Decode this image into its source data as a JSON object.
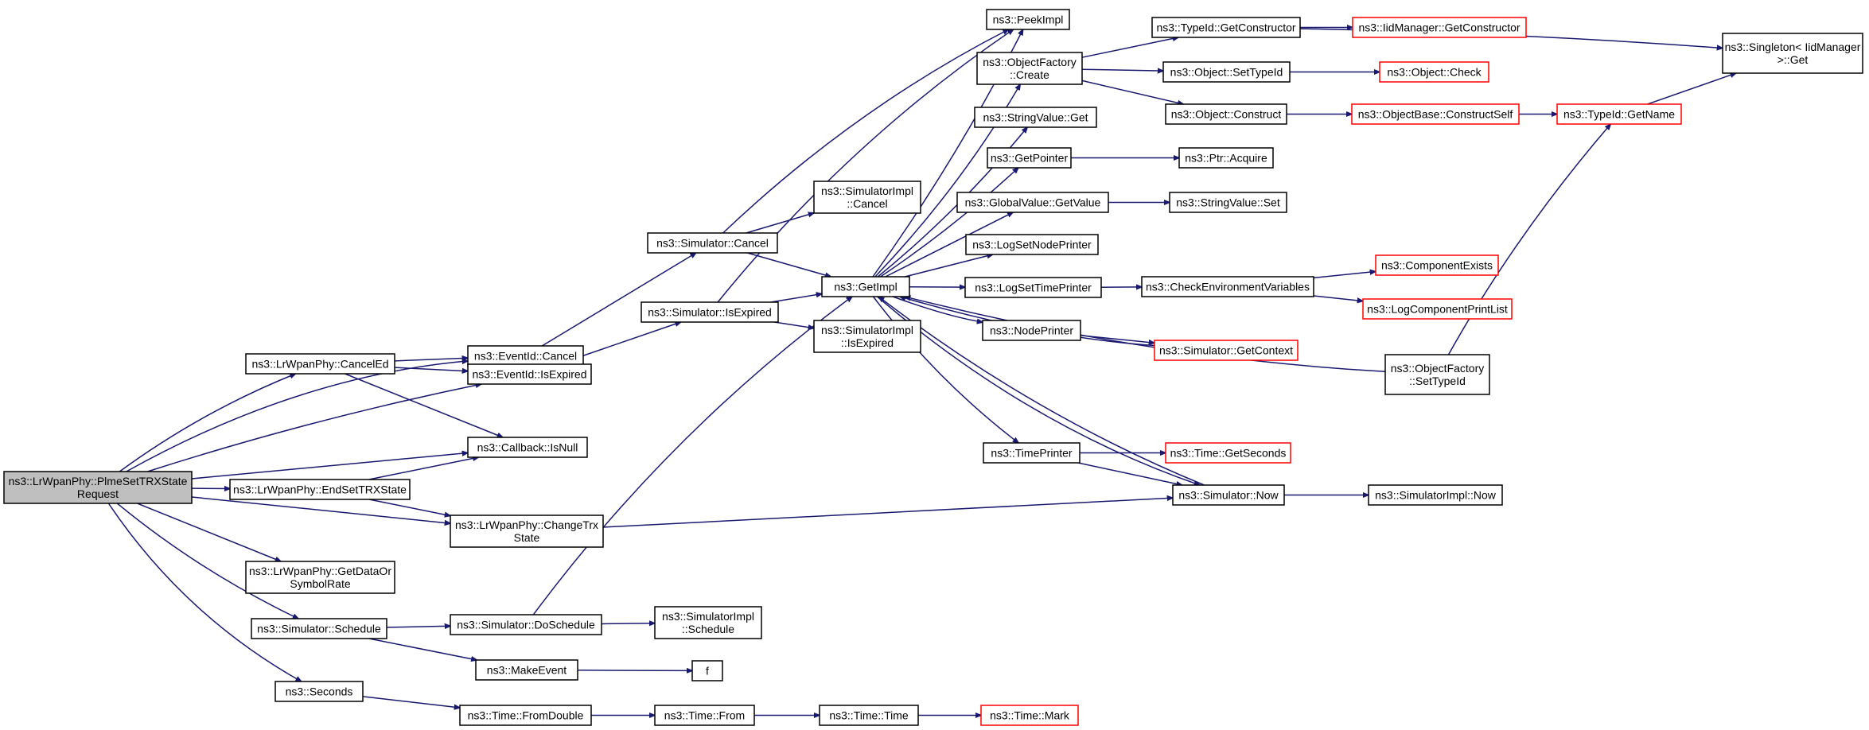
{
  "colors": {
    "edge": "#191970",
    "normal_border": "#000000",
    "truncated_border": "#ff0000",
    "root_fill": "#bfbfbf",
    "node_fill": "#ffffff"
  },
  "nodes": [
    {
      "id": "root",
      "lines": [
        "ns3::LrWpanPhy::PlmeSetTRXState",
        "Request"
      ],
      "style": "root"
    },
    {
      "id": "canceled",
      "lines": [
        "ns3::LrWpanPhy::CancelEd"
      ],
      "style": "normal"
    },
    {
      "id": "endset",
      "lines": [
        "ns3::LrWpanPhy::EndSetTRXState"
      ],
      "style": "normal"
    },
    {
      "id": "getdata",
      "lines": [
        "ns3::LrWpanPhy::GetDataOr",
        "SymbolRate"
      ],
      "style": "normal"
    },
    {
      "id": "simschedule",
      "lines": [
        "ns3::Simulator::Schedule"
      ],
      "style": "normal"
    },
    {
      "id": "seconds",
      "lines": [
        "ns3::Seconds"
      ],
      "style": "normal"
    },
    {
      "id": "evcancel",
      "lines": [
        "ns3::EventId::Cancel"
      ],
      "style": "normal"
    },
    {
      "id": "evisexp",
      "lines": [
        "ns3::EventId::IsExpired"
      ],
      "style": "normal"
    },
    {
      "id": "cbisnull",
      "lines": [
        "ns3::Callback::IsNull"
      ],
      "style": "normal"
    },
    {
      "id": "changetrx",
      "lines": [
        "ns3::LrWpanPhy::ChangeTrx",
        "State"
      ],
      "style": "normal"
    },
    {
      "id": "doschedule",
      "lines": [
        "ns3::Simulator::DoSchedule"
      ],
      "style": "normal"
    },
    {
      "id": "makeevent",
      "lines": [
        "ns3::MakeEvent"
      ],
      "style": "normal"
    },
    {
      "id": "fromdouble",
      "lines": [
        "ns3::Time::FromDouble"
      ],
      "style": "normal"
    },
    {
      "id": "simcancel",
      "lines": [
        "ns3::Simulator::Cancel"
      ],
      "style": "normal"
    },
    {
      "id": "simisexp",
      "lines": [
        "ns3::Simulator::IsExpired"
      ],
      "style": "normal"
    },
    {
      "id": "simimplcancel",
      "lines": [
        "ns3::SimulatorImpl",
        "::Cancel"
      ],
      "style": "normal"
    },
    {
      "id": "simimplisexp",
      "lines": [
        "ns3::SimulatorImpl",
        "::IsExpired"
      ],
      "style": "normal"
    },
    {
      "id": "simimplsched",
      "lines": [
        "ns3::SimulatorImpl",
        "::Schedule"
      ],
      "style": "normal"
    },
    {
      "id": "f",
      "lines": [
        "f"
      ],
      "style": "normal"
    },
    {
      "id": "timefrom",
      "lines": [
        "ns3::Time::From"
      ],
      "style": "normal"
    },
    {
      "id": "timetime",
      "lines": [
        "ns3::Time::Time"
      ],
      "style": "normal"
    },
    {
      "id": "timemark",
      "lines": [
        "ns3::Time::Mark"
      ],
      "style": "truncated"
    },
    {
      "id": "getimpl",
      "lines": [
        "ns3::GetImpl"
      ],
      "style": "normal"
    },
    {
      "id": "peekimpl",
      "lines": [
        "ns3::PeekImpl"
      ],
      "style": "normal"
    },
    {
      "id": "objfcreate",
      "lines": [
        "ns3::ObjectFactory",
        "::Create"
      ],
      "style": "normal"
    },
    {
      "id": "strvalget",
      "lines": [
        "ns3::StringValue::Get"
      ],
      "style": "normal"
    },
    {
      "id": "getpointer",
      "lines": [
        "ns3::GetPointer"
      ],
      "style": "normal"
    },
    {
      "id": "gvgetvalue",
      "lines": [
        "ns3::GlobalValue::GetValue"
      ],
      "style": "normal"
    },
    {
      "id": "logsetnode",
      "lines": [
        "ns3::LogSetNodePrinter"
      ],
      "style": "normal"
    },
    {
      "id": "logsettime",
      "lines": [
        "ns3::LogSetTimePrinter"
      ],
      "style": "normal"
    },
    {
      "id": "nodeprinter",
      "lines": [
        "ns3::NodePrinter"
      ],
      "style": "normal"
    },
    {
      "id": "timeprinter",
      "lines": [
        "ns3::TimePrinter"
      ],
      "style": "normal"
    },
    {
      "id": "simnow",
      "lines": [
        "ns3::Simulator::Now"
      ],
      "style": "normal"
    },
    {
      "id": "typeidgetctor",
      "lines": [
        "ns3::TypeId::GetConstructor"
      ],
      "style": "normal"
    },
    {
      "id": "objsettypeid",
      "lines": [
        "ns3::Object::SetTypeId"
      ],
      "style": "normal"
    },
    {
      "id": "objconstruct",
      "lines": [
        "ns3::Object::Construct"
      ],
      "style": "normal"
    },
    {
      "id": "ptracquire",
      "lines": [
        "ns3::Ptr::Acquire"
      ],
      "style": "normal"
    },
    {
      "id": "strvalset",
      "lines": [
        "ns3::StringValue::Set"
      ],
      "style": "normal"
    },
    {
      "id": "checkenv",
      "lines": [
        "ns3::CheckEnvironmentVariables"
      ],
      "style": "normal"
    },
    {
      "id": "simgetctx",
      "lines": [
        "ns3::Simulator::GetContext"
      ],
      "style": "truncated"
    },
    {
      "id": "objfsettypeid",
      "lines": [
        "ns3::ObjectFactory",
        "::SetTypeId"
      ],
      "style": "normal"
    },
    {
      "id": "timegetsec",
      "lines": [
        "ns3::Time::GetSeconds"
      ],
      "style": "truncated"
    },
    {
      "id": "simimplnow",
      "lines": [
        "ns3::SimulatorImpl::Now"
      ],
      "style": "normal"
    },
    {
      "id": "iidmgrgetctor",
      "lines": [
        "ns3::IidManager::GetConstructor"
      ],
      "style": "truncated"
    },
    {
      "id": "objcheck",
      "lines": [
        "ns3::Object::Check"
      ],
      "style": "truncated"
    },
    {
      "id": "objbasector",
      "lines": [
        "ns3::ObjectBase::ConstructSelf"
      ],
      "style": "truncated"
    },
    {
      "id": "compexists",
      "lines": [
        "ns3::ComponentExists"
      ],
      "style": "truncated"
    },
    {
      "id": "logcompprint",
      "lines": [
        "ns3::LogComponentPrintList"
      ],
      "style": "truncated"
    },
    {
      "id": "typeidgetname",
      "lines": [
        "ns3::TypeId::GetName"
      ],
      "style": "truncated"
    },
    {
      "id": "singleton",
      "lines": [
        "ns3::Singleton< IidManager",
        ">::Get"
      ],
      "style": "normal"
    }
  ],
  "edges": [
    [
      "root",
      "evcancel"
    ],
    [
      "root",
      "canceled"
    ],
    [
      "root",
      "evisexp"
    ],
    [
      "root",
      "cbisnull"
    ],
    [
      "root",
      "endset"
    ],
    [
      "root",
      "changetrx"
    ],
    [
      "root",
      "getdata"
    ],
    [
      "root",
      "simschedule"
    ],
    [
      "root",
      "seconds"
    ],
    [
      "canceled",
      "evcancel"
    ],
    [
      "canceled",
      "evisexp"
    ],
    [
      "canceled",
      "cbisnull"
    ],
    [
      "endset",
      "cbisnull"
    ],
    [
      "endset",
      "changetrx"
    ],
    [
      "changetrx",
      "simnow"
    ],
    [
      "simschedule",
      "doschedule"
    ],
    [
      "simschedule",
      "makeevent"
    ],
    [
      "seconds",
      "fromdouble"
    ],
    [
      "evcancel",
      "simcancel"
    ],
    [
      "evisexp",
      "simisexp"
    ],
    [
      "doschedule",
      "getimpl"
    ],
    [
      "doschedule",
      "simimplsched"
    ],
    [
      "makeevent",
      "f"
    ],
    [
      "fromdouble",
      "timefrom"
    ],
    [
      "timefrom",
      "timetime"
    ],
    [
      "timetime",
      "timemark"
    ],
    [
      "simcancel",
      "peekimpl"
    ],
    [
      "simcancel",
      "simimplcancel"
    ],
    [
      "simcancel",
      "getimpl"
    ],
    [
      "simisexp",
      "getimpl"
    ],
    [
      "simisexp",
      "simimplisexp"
    ],
    [
      "simisexp",
      "peekimpl"
    ],
    [
      "getimpl",
      "peekimpl"
    ],
    [
      "getimpl",
      "objfcreate"
    ],
    [
      "getimpl",
      "strvalget"
    ],
    [
      "getimpl",
      "getpointer"
    ],
    [
      "getimpl",
      "gvgetvalue"
    ],
    [
      "getimpl",
      "logsetnode"
    ],
    [
      "getimpl",
      "logsettime"
    ],
    [
      "getimpl",
      "nodeprinter"
    ],
    [
      "getimpl",
      "timeprinter"
    ],
    [
      "getimpl",
      "simnow"
    ],
    [
      "simnow",
      "getimpl"
    ],
    [
      "simgetctx",
      "getimpl"
    ],
    [
      "objfsettypeid",
      "getimpl"
    ],
    [
      "objfcreate",
      "typeidgetctor"
    ],
    [
      "objfcreate",
      "objsettypeid"
    ],
    [
      "objfcreate",
      "objconstruct"
    ],
    [
      "getpointer",
      "ptracquire"
    ],
    [
      "gvgetvalue",
      "strvalset"
    ],
    [
      "logsettime",
      "checkenv"
    ],
    [
      "nodeprinter",
      "simgetctx"
    ],
    [
      "timeprinter",
      "timegetsec"
    ],
    [
      "timeprinter",
      "simnow"
    ],
    [
      "simnow",
      "simimplnow"
    ],
    [
      "typeidgetctor",
      "iidmgrgetctor"
    ],
    [
      "typeidgetctor",
      "singleton"
    ],
    [
      "objsettypeid",
      "objcheck"
    ],
    [
      "objconstruct",
      "objbasector"
    ],
    [
      "checkenv",
      "compexists"
    ],
    [
      "checkenv",
      "logcompprint"
    ],
    [
      "objbasector",
      "typeidgetname"
    ],
    [
      "typeidgetname",
      "singleton"
    ],
    [
      "objfsettypeid",
      "typeidgetname"
    ]
  ]
}
